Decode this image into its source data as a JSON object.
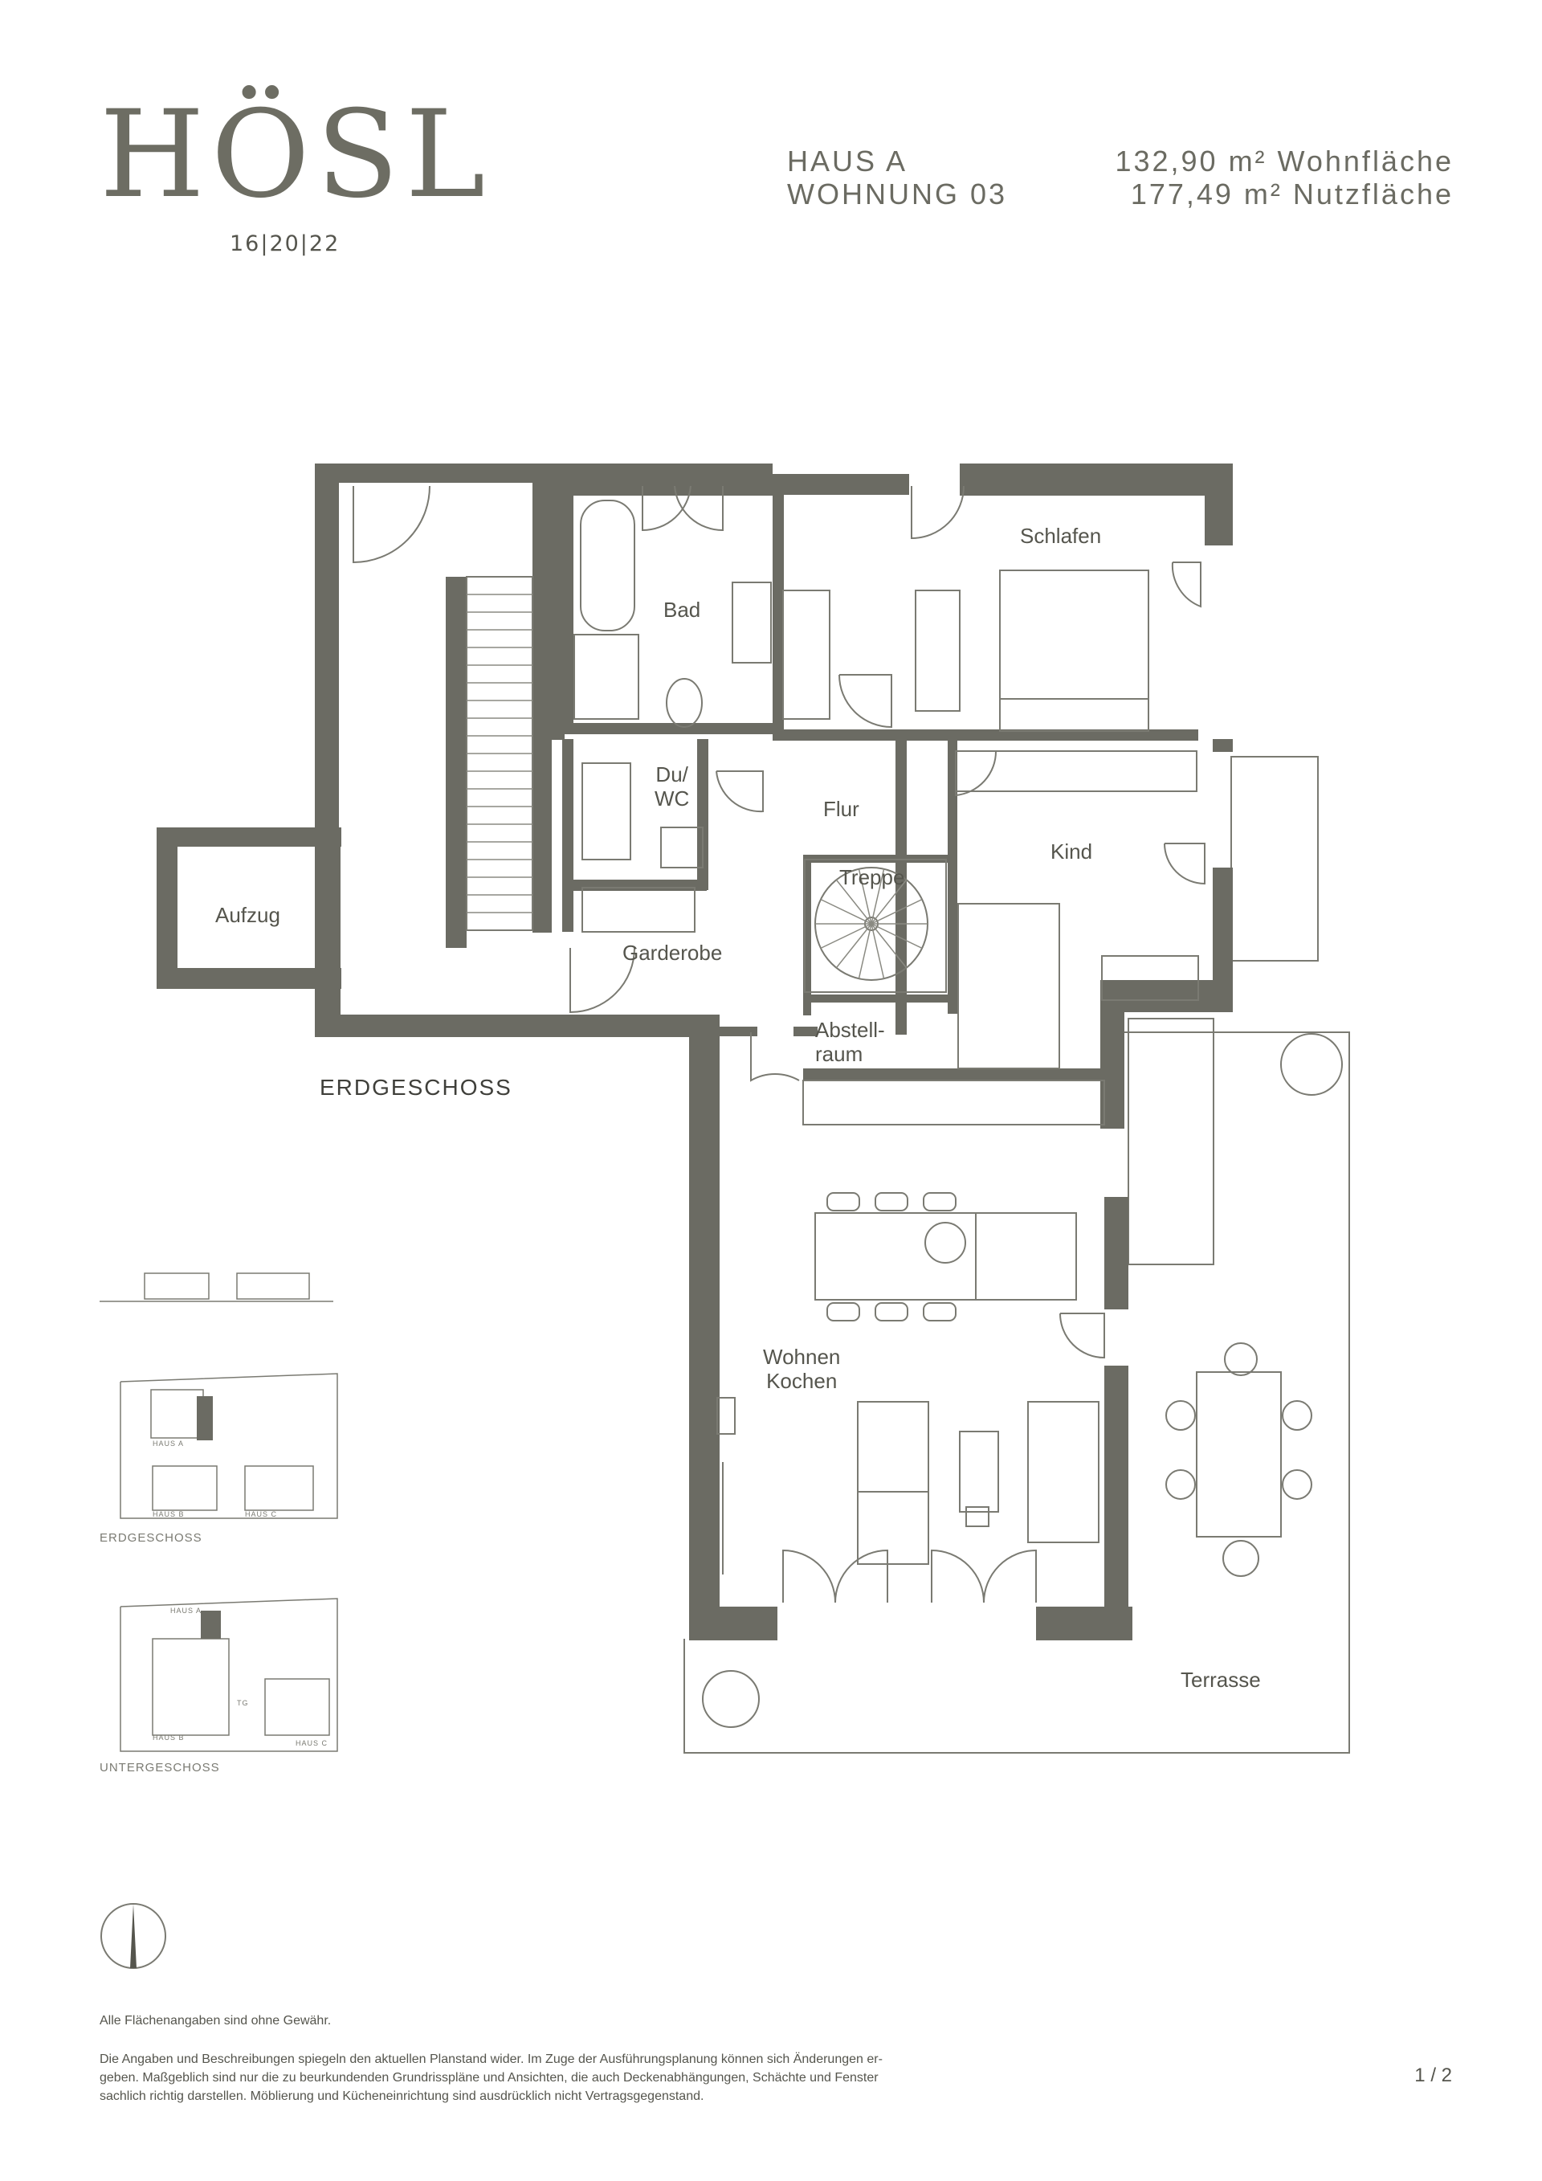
{
  "header": {
    "brand": "HÖSL",
    "years": "16|20|22",
    "house": "HAUS A",
    "unit": "WOHNUNG 03",
    "living_area": "132,90 m² Wohnfläche",
    "usable_area": "177,49 m² Nutzfläche"
  },
  "floorplan": {
    "floor_label": "ERDGESCHOSS",
    "rooms": {
      "schlafen": "Schlafen",
      "bad": "Bad",
      "du_wc": "Du/\nWC",
      "flur": "Flur",
      "kind": "Kind",
      "treppe": "Treppe",
      "aufzug": "Aufzug",
      "garderobe": "Garderobe",
      "abstellraum": "Abstell-\nraum",
      "wohnen_kochen": "Wohnen\nKochen",
      "terrasse": "Terrasse"
    }
  },
  "site_maps": {
    "ground": {
      "caption": "ERDGESCHOSS",
      "labels": [
        "HAUS A",
        "HAUS B",
        "HAUS C"
      ]
    },
    "basement": {
      "caption": "UNTERGESCHOSS",
      "labels": [
        "HAUS A",
        "TG",
        "HAUS B",
        "HAUS C"
      ]
    }
  },
  "notes": {
    "disclaimer": "Alle Flächenangaben sind ohne Gewähr.",
    "text_1": "Die Angaben und Beschreibungen spiegeln den aktuellen Planstand wider. Im Zuge der Ausführungsplanung können sich Änderungen er-",
    "text_2": "geben. Maßgeblich sind nur die zu beurkundenden Grundrisspläne und Ansichten, die auch Deckenabhängungen, Schächte und Fenster",
    "text_3": "sachlich richtig darstellen. Möblierung und Kücheneinrichtung sind ausdrücklich nicht Vertragsgegenstand."
  },
  "page": "1 / 2",
  "colors": {
    "wall": "#6b6b63",
    "line": "#7a7a72",
    "text": "#55554d"
  }
}
